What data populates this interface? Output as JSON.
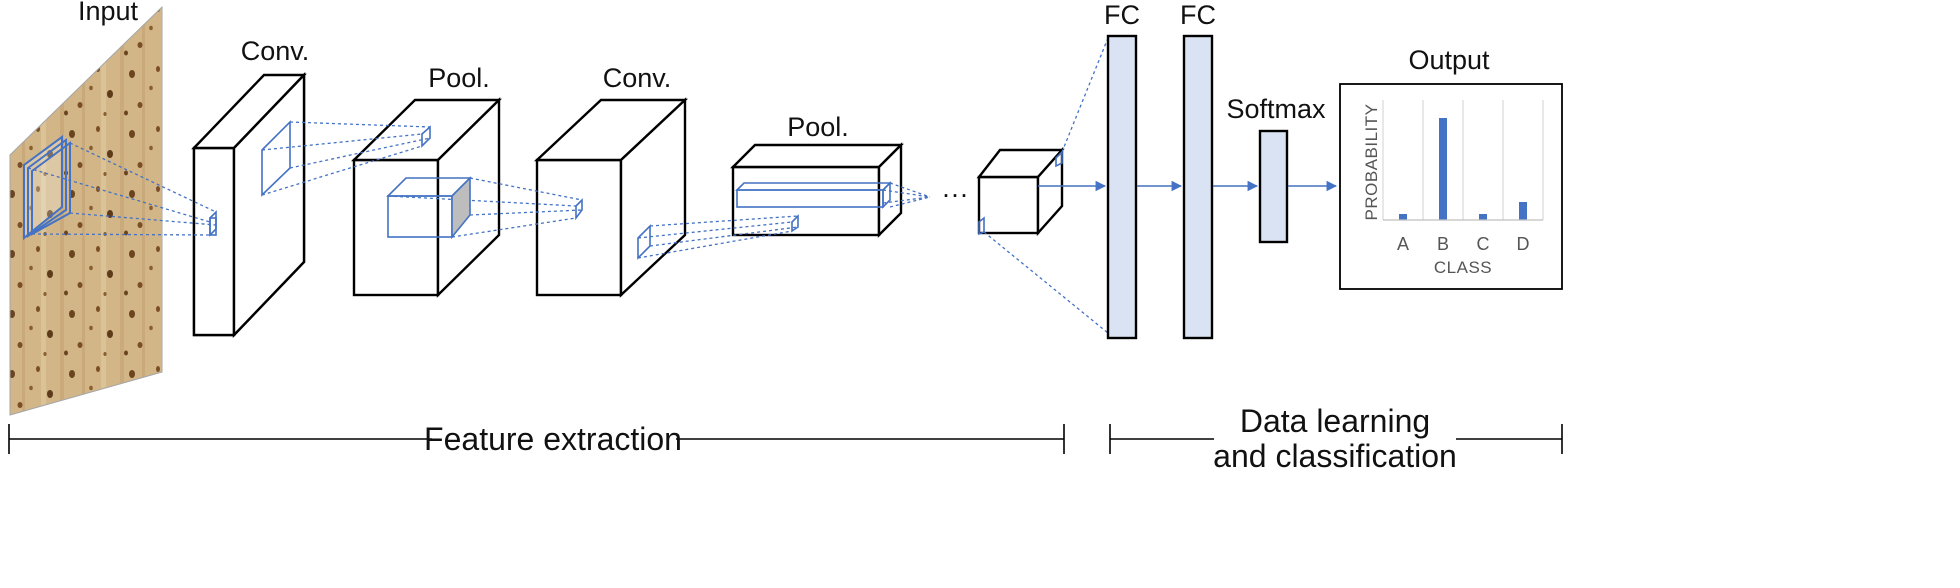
{
  "labels": {
    "input": "Input",
    "conv1": "Conv.",
    "pool1": "Pool.",
    "conv2": "Conv.",
    "pool2": "Pool.",
    "ellipsis": "···",
    "fc1": "FC",
    "fc2": "FC",
    "softmax": "Softmax",
    "output": "Output",
    "feature_extraction": "Feature extraction",
    "classification_line1": "Data learning",
    "classification_line2": "and classification"
  },
  "colors": {
    "accent": "#4472C4",
    "fc_fill": "#DAE3F3",
    "stroke": "#000000",
    "texture_base": "#C9A877"
  },
  "chart_data": {
    "type": "bar",
    "title": "Output",
    "xlabel": "CLASS",
    "ylabel": "PROBABILITY",
    "categories": [
      "A",
      "B",
      "C",
      "D"
    ],
    "values": [
      0.05,
      0.85,
      0.05,
      0.15
    ],
    "ylim": [
      0,
      1
    ],
    "grid": true
  }
}
